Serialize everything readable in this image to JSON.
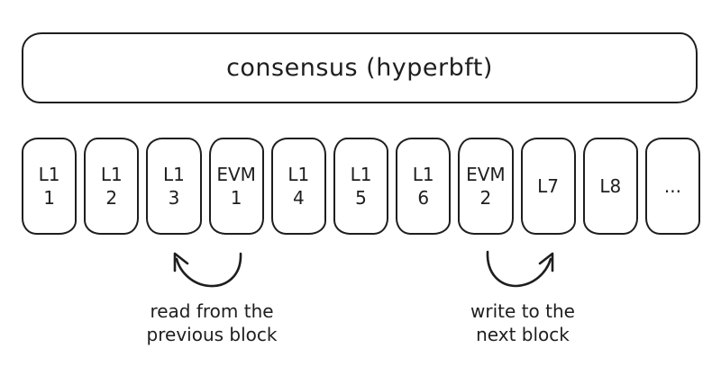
{
  "diagram": {
    "background_color": "#ffffff",
    "stroke_color": "#1e1e1e",
    "consensus": {
      "label": "consensus (hyperbft)"
    },
    "blocks": [
      {
        "line1": "L1",
        "line2": "1"
      },
      {
        "line1": "L1",
        "line2": "2"
      },
      {
        "line1": "L1",
        "line2": "3"
      },
      {
        "line1": "EVM",
        "line2": "1"
      },
      {
        "line1": "L1",
        "line2": "4"
      },
      {
        "line1": "L1",
        "line2": "5"
      },
      {
        "line1": "L1",
        "line2": "6"
      },
      {
        "line1": "EVM",
        "line2": "2"
      },
      {
        "line1": "L7",
        "line2": ""
      },
      {
        "line1": "L8",
        "line2": ""
      },
      {
        "line1": "...",
        "line2": ""
      }
    ],
    "annotations": {
      "read": {
        "line1": "read from the",
        "line2": "previous block"
      },
      "write": {
        "line1": "write to the",
        "line2": "next block"
      }
    }
  }
}
